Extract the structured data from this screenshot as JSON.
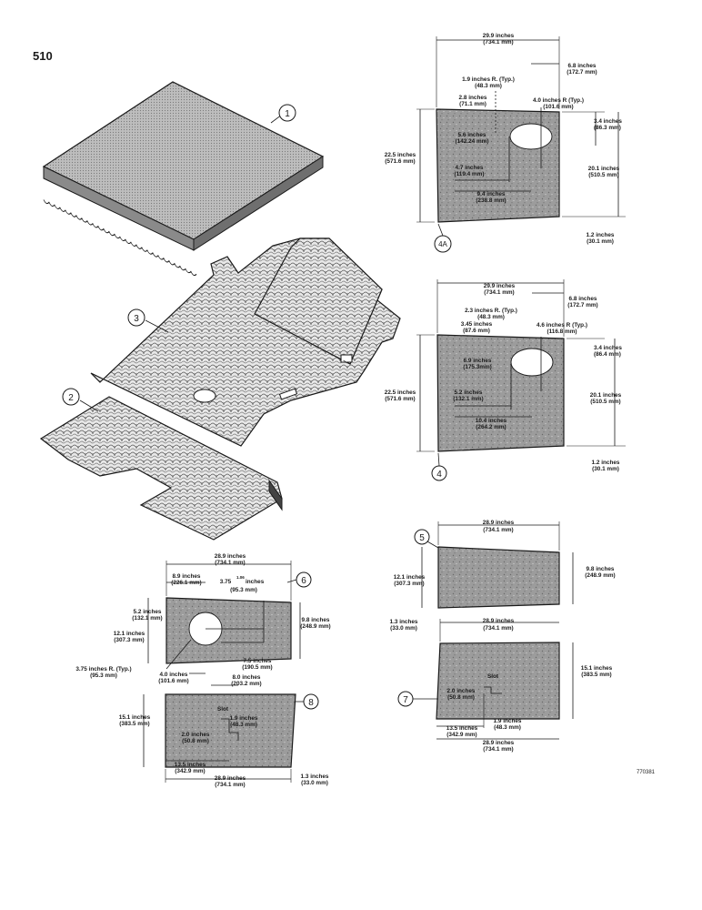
{
  "page": {
    "number": "510",
    "figure_code": "770381"
  },
  "callouts": {
    "c1": "1",
    "c2": "2",
    "c3": "3",
    "c4": "4",
    "c4a": "4A",
    "c5": "5",
    "c6": "6",
    "c7": "7",
    "c8": "8"
  },
  "panel_4a": {
    "width_in": "29.9 inches",
    "width_mm": "(734.1 mm)",
    "top_offset_in": "6.8 inches",
    "top_offset_mm": "(172.7 mm)",
    "r_small_in": "1.9 inches R. (Typ.)",
    "r_small_mm": "(48.3 mm)",
    "r_large_in": "4.0 inches R (Typ.)",
    "r_large_mm": "(101.6 mm)",
    "left_top_in": "2.8 inches",
    "left_top_mm": "(71.1 mm)",
    "right_top_in": "3.4 inches",
    "right_top_mm": "(86.3 mm)",
    "hole_in": "5.6 inches",
    "hole_mm": "(142.24 mm)",
    "height_in": "22.5 inches",
    "height_mm": "(571.6 mm)",
    "right_h_in": "20.1 inches",
    "right_h_mm": "(510.5 mm)",
    "low_in": "4.7 inches",
    "low_mm": "(119.4 mm)",
    "mid_in": "9.4 inches",
    "mid_mm": "(238.8 mm)",
    "bottom_in": "1.2 inches",
    "bottom_mm": "(30.1 mm)"
  },
  "panel_4": {
    "width_in": "29.9 inches",
    "width_mm": "(734.1 mm)",
    "top_offset_in": "6.8 inches",
    "top_offset_mm": "(172.7 mm)",
    "r_small_in": "2.3 inches R. (Typ.)",
    "r_small_mm": "(48.3 mm)",
    "r_large_in": "4.6 inches R (Typ.)",
    "r_large_mm": "(116.8 mm)",
    "left_top_in": "3.45 inches",
    "left_top_mm": "(87.6 mm)",
    "right_top_in": "3.4 inches",
    "right_top_mm": "(86.4 mm)",
    "hole_in": "6.9 inches",
    "hole_mm": "(175.3mm)",
    "height_in": "22.5 inches",
    "height_mm": "(571.6 mm)",
    "right_h_in": "20.1 inches",
    "right_h_mm": "(510.5 mm)",
    "low_in": "5.2 inches",
    "low_mm": "(132.1 mm)",
    "mid_in": "10.4 inches",
    "mid_mm": "(264.2 mm)",
    "bottom_in": "1.2 inches",
    "bottom_mm": "(30.1 mm)"
  },
  "panel_5": {
    "width_in": "28.9 inches",
    "width_mm": "(734.1 mm)",
    "left_h_in": "12.1 inches",
    "left_h_mm": "(307.3 mm)",
    "right_h_in": "9.8 inches",
    "right_h_mm": "(248.9 mm)"
  },
  "panel_7": {
    "left_in": "1.3 inches",
    "left_mm": "(33.0 mm)",
    "width_top_in": "28.9 inches",
    "width_top_mm": "(734.1 mm)",
    "right_h_in": "15.1 inches",
    "right_h_mm": "(383.5 mm)",
    "slot": "Slot",
    "slot_w_in": "2.0 inches",
    "slot_w_mm": "(50.8 mm)",
    "slot_h_in": "1.9 inches",
    "slot_h_mm": "(48.3 mm)",
    "off_in": "13.5 inches",
    "off_mm": "(342.9 mm)",
    "width_bot_in": "28.9 inches",
    "width_bot_mm": "(734.1 mm)"
  },
  "panel_6": {
    "width_in": "28.9 inches",
    "width_mm": "(734.1 mm)",
    "hole_off_in": "8.9 inches",
    "hole_off_mm": "(226.1 mm)",
    "r_in": "3.75",
    "r_frac": "1.06",
    "r_suffix": "inches",
    "r_mm": "(95.3 mm)",
    "top_in": "5.2 inches",
    "top_mm": "(132.1 mm)",
    "left_h_in": "12.1 inches",
    "left_h_mm": "(307.3 mm)",
    "right_h_in": "9.8 inches",
    "right_h_mm": "(248.9 mm)",
    "rad_in": "3.75 inches R. (Typ.)",
    "rad_mm": "(95.3 mm)",
    "a_in": "7.5 inches",
    "a_mm": "(190.5 mm)",
    "b_in": "4.0 inches",
    "b_mm": "(101.6 mm)",
    "c_in": "8.0 inches",
    "c_mm": "(203.2 mm)"
  },
  "panel_8": {
    "left_h_in": "15.1 inches",
    "left_h_mm": "(383.5 mm)",
    "slot": "Slot",
    "slot_h_in": "1.9 inches",
    "slot_h_mm": "(48.3 mm)",
    "slot_w_in": "2.0 inches",
    "slot_w_mm": "(50.8 mm)",
    "off_in": "13.5 inches",
    "off_mm": "(342.9 mm)",
    "width_in": "28.9 inches",
    "width_mm": "(734.1 mm)",
    "right_in": "1.3 inches",
    "right_mm": "(33.0 mm)"
  }
}
